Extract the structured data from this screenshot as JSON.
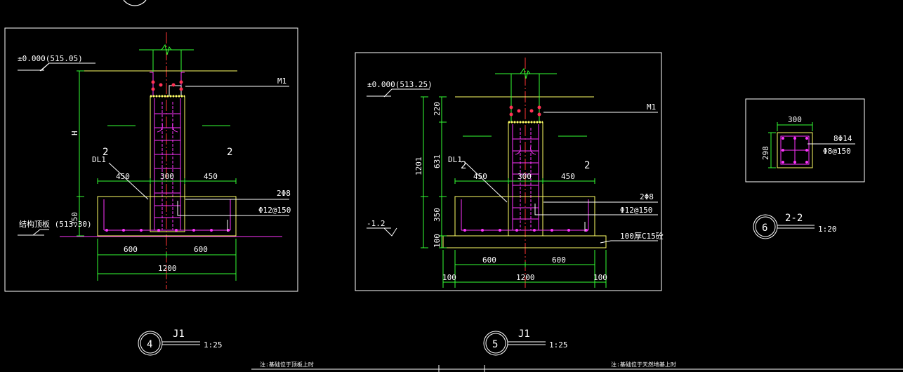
{
  "colors": {
    "background": "#000000",
    "frame": "#ffffff",
    "concrete": "#ffff66",
    "rebar": "#ff33ff",
    "dimension": "#33ff33",
    "axis": "#ff3333",
    "bar_dot": "#ff3355",
    "text": "#ffffff"
  },
  "detail_4": {
    "elevation": "±0.000(515.05)",
    "structural_floor": "结构顶板 (513.30)",
    "height_label": "H",
    "left_section": "2",
    "right_section": "2",
    "beam_label": "DL1",
    "m1_label": "M1",
    "top_rebar": "2Φ8",
    "stirrup": "Φ12@150",
    "dim_450_left": "450",
    "dim_300": "300",
    "dim_450_right": "450",
    "dim_350": "350",
    "dim_600_left": "600",
    "dim_600_right": "600",
    "dim_1200": "1200",
    "tag_number": "4",
    "tag_title": "J1",
    "tag_scale": "1:25"
  },
  "detail_5": {
    "elevation": "±0.000(513.25)",
    "low_elevation": "-1.2",
    "dim_220": "220",
    "dim_631": "631",
    "dim_1201": "1201",
    "dim_350": "350",
    "dim_100_vertical": "100",
    "left_section": "2",
    "right_section": "2",
    "beam_label": "DL1",
    "m1_label": "M1",
    "top_rebar": "2Φ8",
    "stirrup": "Φ12@150",
    "bedding": "100厚C15砼",
    "dim_450_left": "450",
    "dim_300": "300",
    "dim_450_right": "450",
    "dim_600_left": "600",
    "dim_600_right": "600",
    "dim_100_left": "100",
    "dim_1200": "1200",
    "dim_100_right": "100",
    "tag_number": "5",
    "tag_title": "J1",
    "tag_scale": "1:25"
  },
  "detail_6": {
    "dim_300": "300",
    "dim_298": "298",
    "main_rebar": "8Φ14",
    "stirrup": "Φ8@150",
    "tag_number": "6",
    "tag_title": "2-2",
    "tag_scale": "1:20"
  },
  "footer": {
    "left_title": "注:基础位于顶板上时",
    "right_title": "注:基础位于天然地基上时"
  }
}
